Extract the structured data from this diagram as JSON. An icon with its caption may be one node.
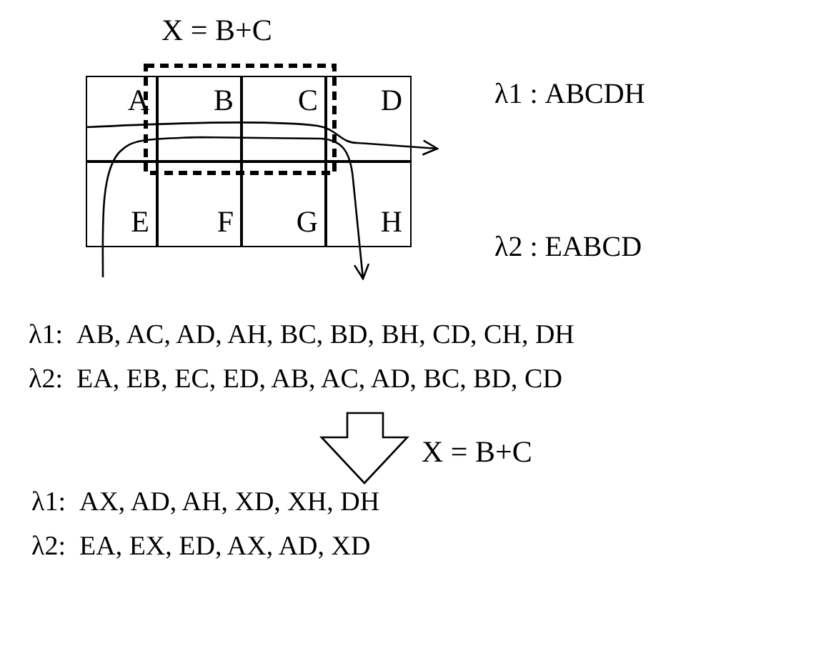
{
  "diagram": {
    "labels": [
      "X = B+C",
      "A",
      "B",
      "C",
      "D",
      "E",
      "F",
      "G",
      "H",
      "λ1 : ABCDH",
      "λ2 : EABCD",
      "λ1:  AB, AC, AD, AH, BC, BD, BH, CD, CH, DH",
      "λ2:  EA, EB, EC, ED, AB, AC, AD, BC, BD, CD",
      "X = B+C",
      "λ1:  AX, AD, AH, XD, XH, DH",
      "λ2:  EA, EX, ED, AX, AD, XD"
    ]
  }
}
